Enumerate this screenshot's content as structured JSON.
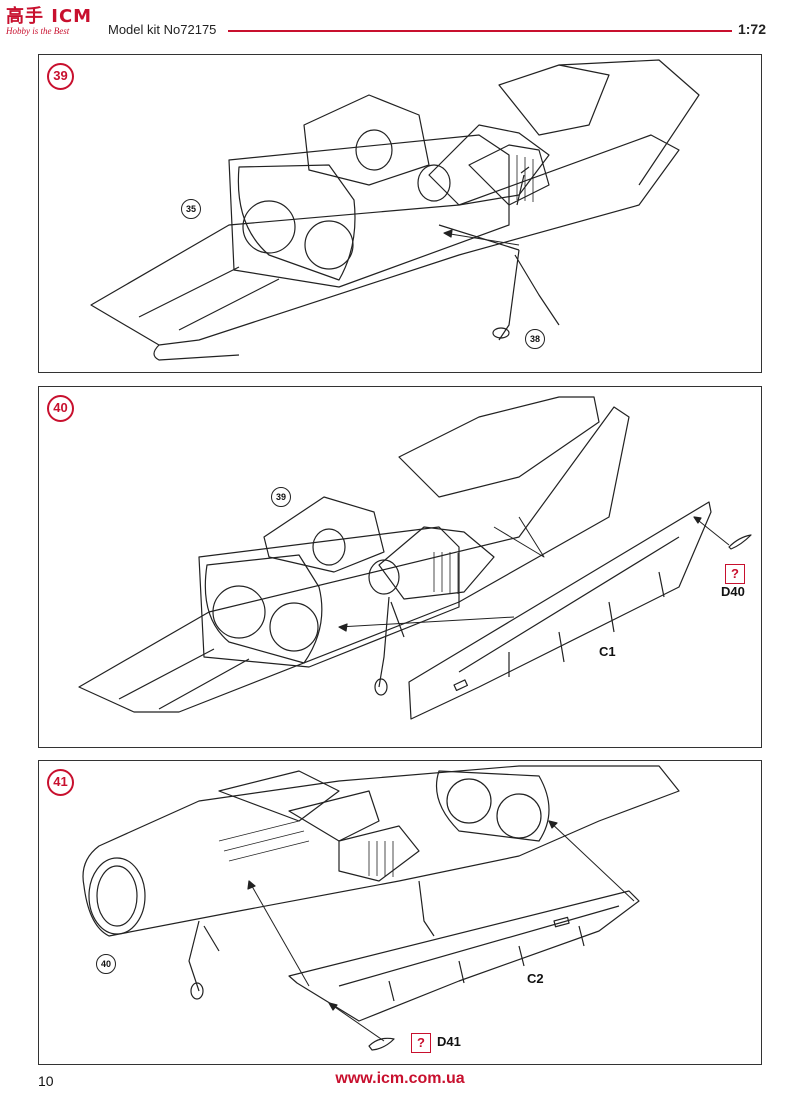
{
  "header": {
    "logo_text": "高手 ICM",
    "logo_subtext": "Hobby is the Best",
    "kit_title": "Model kit No72175",
    "scale": "1:72"
  },
  "steps": {
    "s39": {
      "number": "39",
      "refs": [
        "35",
        "38"
      ]
    },
    "s40": {
      "number": "40",
      "refs": [
        "39"
      ],
      "part_c": "C1",
      "part_d": "D40",
      "missing_mark": "?"
    },
    "s41": {
      "number": "41",
      "refs": [
        "40"
      ],
      "part_c": "C2",
      "part_d": "D41",
      "missing_mark": "?"
    }
  },
  "footer": {
    "page_number": "10",
    "url": "www.icm.com.ua"
  },
  "colors": {
    "accent": "#c8102e",
    "line": "#222222"
  }
}
